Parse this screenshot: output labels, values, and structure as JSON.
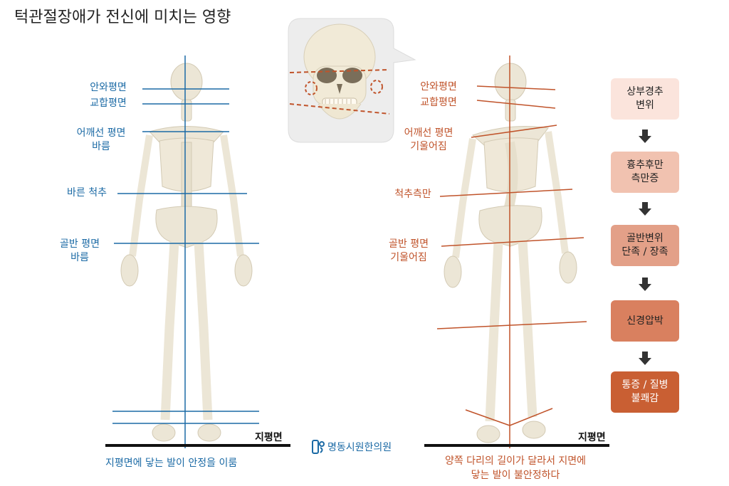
{
  "title": "턱관절장애가 전신에 미치는 영향",
  "left": {
    "labels": {
      "eye_plane": "안와평면",
      "bite_plane": "교합평면",
      "shoulder_l1": "어깨선 평면",
      "shoulder_l2": "바름",
      "spine": "바른 척추",
      "pelvis_l1": "골반 평면",
      "pelvis_l2": "바름"
    },
    "ground": "지평면",
    "caption": "지평면에 닿는 발이 안정을 이룸"
  },
  "right": {
    "labels": {
      "eye_plane": "안와평면",
      "bite_plane": "교합평면",
      "shoulder_l1": "어깨선 평면",
      "shoulder_l2": "기울어짐",
      "spine": "척추측만",
      "pelvis_l1": "골반 평면",
      "pelvis_l2": "기울어짐"
    },
    "ground": "지평면",
    "caption_l1": "양쪽 다리의 길이가 달라서 지면에",
    "caption_l2": "닿는 발이 불안정하다"
  },
  "flow": [
    {
      "l1": "상부경추",
      "l2": "변위",
      "color": "#fbe4dc"
    },
    {
      "l1": "흉추후만",
      "l2": "측만증",
      "color": "#f1c2b0"
    },
    {
      "l1": "골반변위",
      "l2": "단족 / 장족",
      "color": "#e3a088"
    },
    {
      "l1": "신경압박",
      "l2": "",
      "color": "#d9805f",
      "text_color": "#222"
    },
    {
      "l1": "통증 / 질병",
      "l2": "불쾌감",
      "color": "#c95f33",
      "text_color": "#ffffff"
    }
  ],
  "logo": "명동시원한의원",
  "colors": {
    "blue": "#1b6aa5",
    "orange": "#c0532a",
    "bone": "#ece6d6"
  }
}
